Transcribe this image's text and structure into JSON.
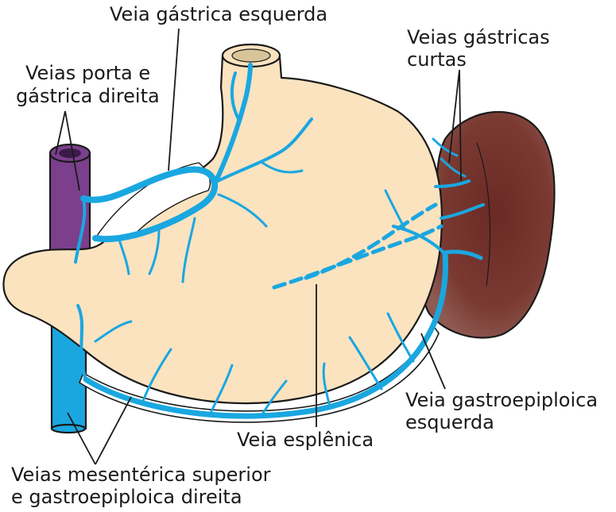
{
  "labels": {
    "left_gastric": "Veia gástrica esquerda",
    "short_gastric_1": "Veias gástricas",
    "short_gastric_2": "curtas",
    "portal_1": "Veias porta e",
    "portal_2": "gástrica direita",
    "left_gastroepiploic_1": "Veia gastroepiploica",
    "left_gastroepiploic_2": "esquerda",
    "splenic": "Veia esplênica",
    "mesenteric_1": "Veias mesentérica superior",
    "mesenteric_2": "e gastroepiploica direita"
  },
  "colors": {
    "stomach": "#fbe3c0",
    "vein": "#1aa7e0",
    "portal_vein": "#7b3f8c",
    "spleen": "#7a3a32",
    "outline": "#1a1a1a"
  }
}
